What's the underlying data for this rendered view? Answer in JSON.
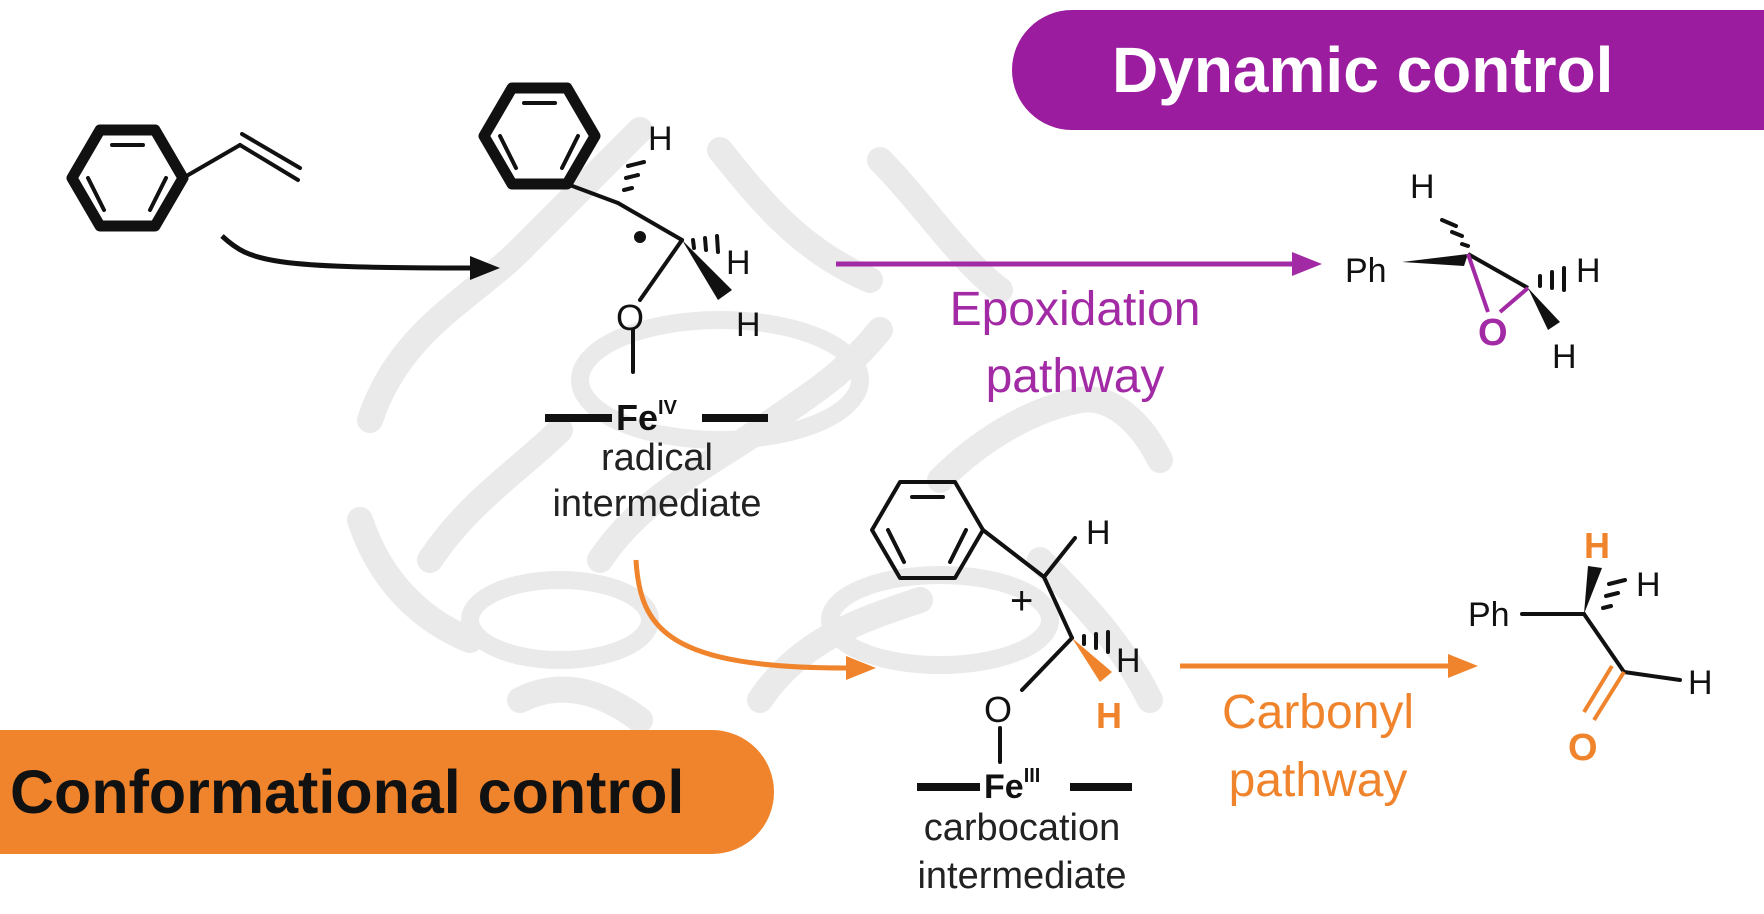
{
  "banners": {
    "dynamic": {
      "label": "Dynamic control",
      "bg_color": "#9b1c9f",
      "text_color": "#ffffff"
    },
    "conformational": {
      "label": "Conformational control",
      "bg_color": "#f0842c",
      "text_color": "#111111"
    }
  },
  "intermediates": {
    "radical": {
      "metal": "Fe",
      "oxidation_state": "IV",
      "oxygen": "O",
      "hydrogens": [
        "H",
        "H",
        "H"
      ],
      "label_line1": "radical",
      "label_line2": "intermediate"
    },
    "carbocation": {
      "metal": "Fe",
      "oxidation_state": "III",
      "oxygen": "O",
      "charge": "+",
      "hydrogens": [
        "H",
        "H",
        "H"
      ],
      "label_line1": "carbocation",
      "label_line2": "intermediate"
    }
  },
  "pathways": {
    "epoxidation": {
      "line1": "Epoxidation",
      "line2": "pathway",
      "color": "#a22aa5"
    },
    "carbonyl": {
      "line1": "Carbonyl",
      "line2": "pathway",
      "color": "#f0842c"
    }
  },
  "products": {
    "epoxide": {
      "substituent": "Ph",
      "oxygen": "O",
      "hydrogens": [
        "H",
        "H",
        "H"
      ]
    },
    "aldehyde": {
      "substituent": "Ph",
      "oxygen": "O",
      "hydrogens": [
        "H",
        "H",
        "H"
      ]
    }
  },
  "colors": {
    "ink": "#111111",
    "protein": "#e6e6e6"
  }
}
